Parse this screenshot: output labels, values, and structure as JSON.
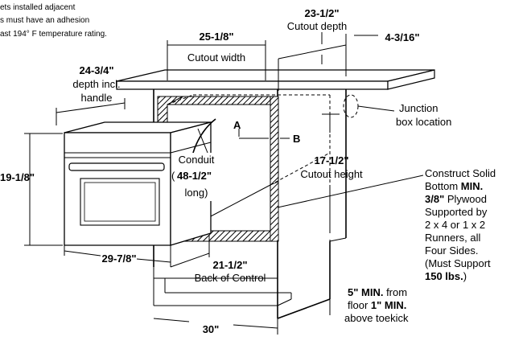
{
  "note_lines": [
    "ets installed adjacent",
    "s must have an adhesion",
    "ast 194° F temperature rating."
  ],
  "dims": {
    "cutout_depth_value": "23-1/2\"",
    "cutout_depth_label": "Cutout depth",
    "cutout_width_value": "25-1/8\"",
    "cutout_width_label": "Cutout width",
    "right_offset_value": "4-3/16\"",
    "depth_handle_value": "24-3/4\"",
    "depth_handle_line1": "depth incl.",
    "depth_handle_line2": "handle",
    "height_value": "19-1/8\"",
    "width_value": "29-7/8\"",
    "back_control_value": "21-1/2\"",
    "back_control_label": "Back of Control",
    "cutout_height_value": "17-1/2\"",
    "cutout_height_label": "Cutout height",
    "base_width_value": "30\""
  },
  "markers": {
    "a": "A",
    "b": "B"
  },
  "conduit": {
    "line1": "Conduit",
    "paren_open": "(",
    "length": "48-1/2\"",
    "line3": "long)"
  },
  "junction": {
    "line1": "Junction",
    "line2": "box location"
  },
  "construct": {
    "line1": "Construct Solid",
    "line2_pre": "Bottom ",
    "line2_bold": "MIN.",
    "line3_bold": "3/8\"",
    "line3_post": " Plywood",
    "line4": "Supported by",
    "line5": "2 x 4 or 1 x 2",
    "line6": "Runners, all",
    "line7": "Four Sides.",
    "line8": "(Must Support",
    "line9_bold": "150 lbs.",
    "line9_post": ")"
  },
  "floor_note": {
    "line1_bold": "5\" MIN.",
    "line1_post": " from",
    "line2_pre": "floor ",
    "line2_bold": "1\" MIN.",
    "line3": "above toekick"
  }
}
